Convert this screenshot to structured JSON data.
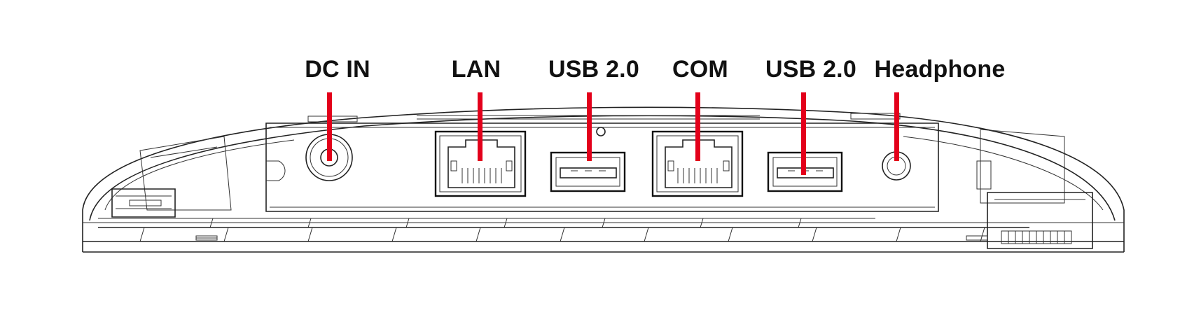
{
  "labels": {
    "dc_in": "DC IN",
    "lan": "LAN",
    "usb_1": "USB 2.0",
    "com": "COM",
    "usb_2": "USB 2.0",
    "headphone": "Headphone"
  },
  "colors": {
    "pointer": "#e3001b",
    "outline": "#222222",
    "background": "#ffffff"
  }
}
